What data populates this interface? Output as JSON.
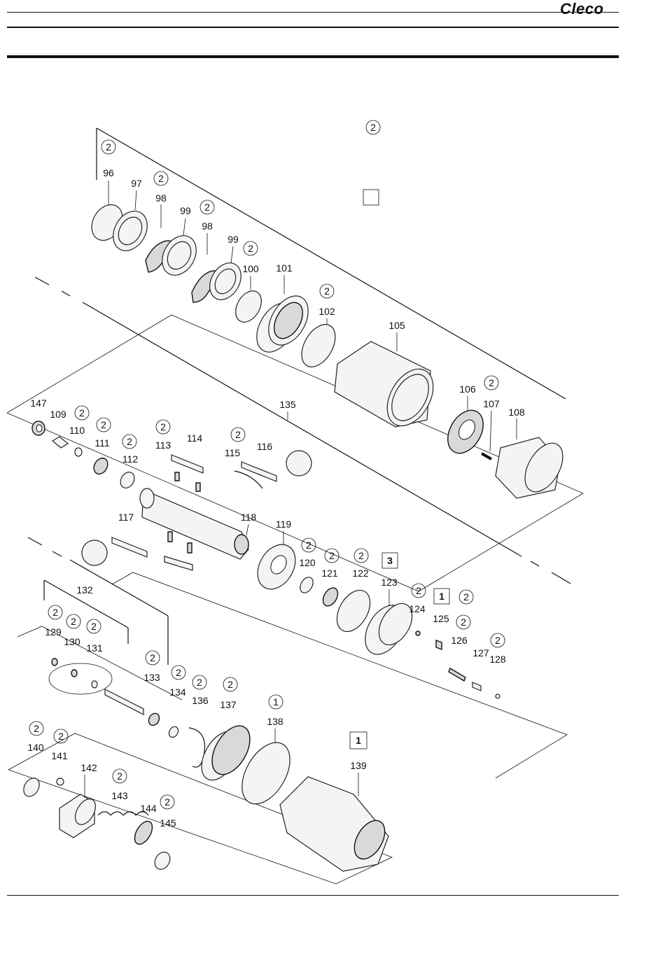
{
  "header": {
    "brand": "Cleco"
  },
  "legend": {
    "circle_marker": "2",
    "box_marker": ""
  },
  "labels": {
    "p96": "96",
    "p97": "97",
    "p98a": "98",
    "p99a": "99",
    "p98b": "98",
    "p99b": "99",
    "p100": "100",
    "p101": "101",
    "p102": "102",
    "p105": "105",
    "p106": "106",
    "p107": "107",
    "p108": "108",
    "p135": "135",
    "p147": "147",
    "p109": "109",
    "p110": "110",
    "p111": "111",
    "p112": "112",
    "p113": "113",
    "p114": "114",
    "p115": "115",
    "p116": "116",
    "p117": "117",
    "p118": "118",
    "p119": "119",
    "p120": "120",
    "p121": "121",
    "p122": "122",
    "p123": "123",
    "p124": "124",
    "p125": "125",
    "p126": "126",
    "p127": "127",
    "p128": "128",
    "p132": "132",
    "p129": "129",
    "p130": "130",
    "p131": "131",
    "p133": "133",
    "p134": "134",
    "p136": "136",
    "p137": "137",
    "p138": "138",
    "p139": "139",
    "p140": "140",
    "p141": "141",
    "p142": "142",
    "p143": "143",
    "p144": "144",
    "p145": "145"
  },
  "markers": {
    "c2": "2",
    "c1": "1",
    "b3": "3",
    "b1": "1"
  }
}
